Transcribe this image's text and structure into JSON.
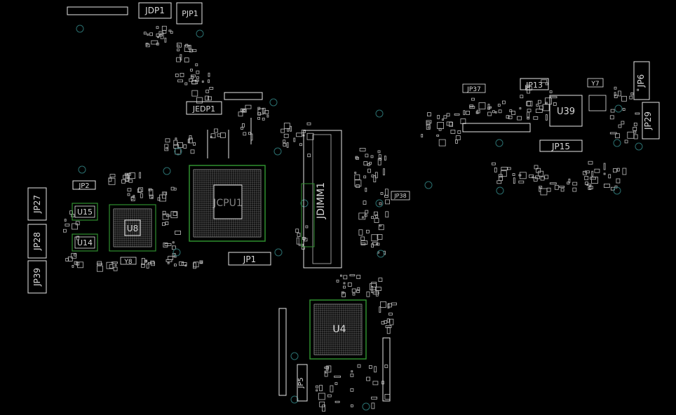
{
  "colors": {
    "background": "#000000",
    "silkscreen": "#e6e6e6",
    "pad": "#bdbdbd",
    "outline_green": "#2f8f2f",
    "via_teal": "#2a6f6f"
  },
  "components": {
    "jdp1": "JDP1",
    "pjp1": "PJP1",
    "jedp1": "JEDP1",
    "jp2": "JP2",
    "jp27": "JP27",
    "jp28": "JP28",
    "jp39": "JP39",
    "u15": "U15",
    "u14": "U14",
    "u8": "U8",
    "jcpu1": "JCPU1",
    "jp1": "JP1",
    "y8": "Y8",
    "jdimm1": "JDIMM1",
    "u4": "U4",
    "jp5": "JP5",
    "u39": "U39",
    "jp13": "JP13",
    "jp15": "JP15",
    "jp6": "JP6",
    "jp29": "JP29",
    "jp37": "JP37",
    "y7": "Y7",
    "jp38": "JP38"
  }
}
